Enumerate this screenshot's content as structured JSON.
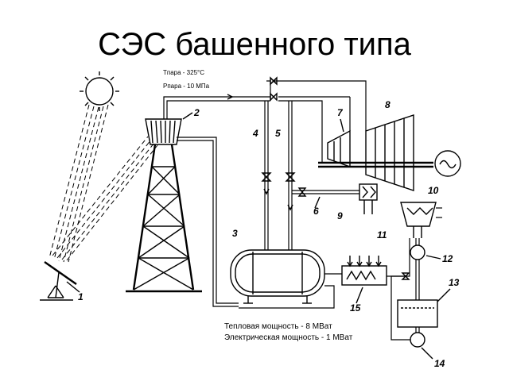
{
  "title": "СЭС башенного типа",
  "params": {
    "t_line": "Tпара - 325°C",
    "p_line": "Pпара - 10 МПа"
  },
  "captions": {
    "thermal": "Тепловая мощность - 8 МВат",
    "electric": "Электрическая мощность - 1 МВат"
  },
  "labels": {
    "l1": "1",
    "l2": "2",
    "l3": "3",
    "l4": "4",
    "l5": "5",
    "l6": "6",
    "l7": "7",
    "l8": "8",
    "l9": "9",
    "l10": "10",
    "l11": "11",
    "l12": "12",
    "l13": "13",
    "l14": "14",
    "l15": "15"
  }
}
